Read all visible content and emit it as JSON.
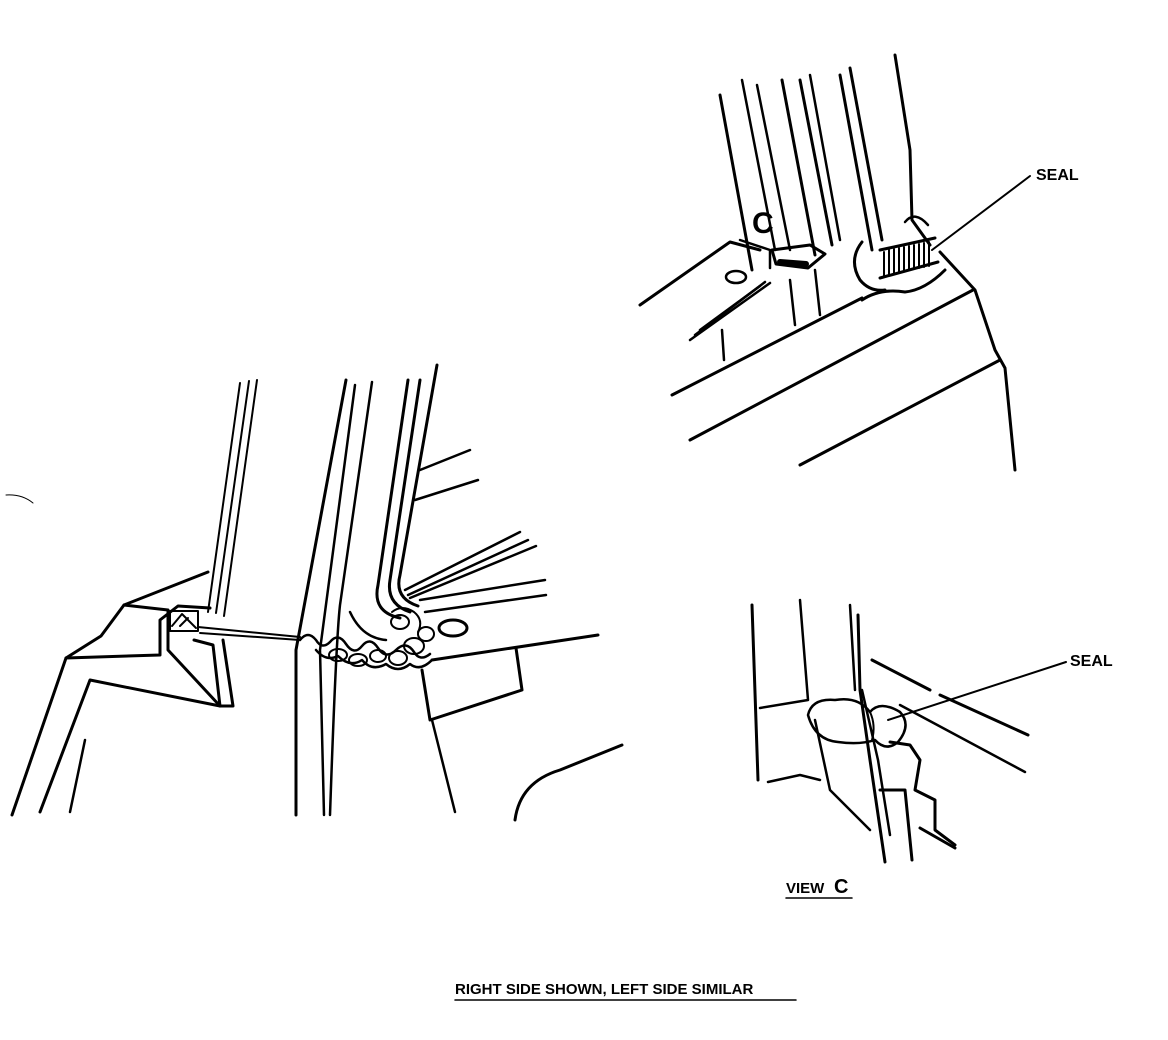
{
  "callouts": {
    "seal_top": "SEAL",
    "seal_detail": "SEAL",
    "view_marker": "C"
  },
  "detail_title": {
    "prefix": "VIEW",
    "letter": "C"
  },
  "caption": "RIGHT SIDE SHOWN, LEFT SIDE SIMILAR",
  "colors": {
    "ink": "#000000",
    "paper": "#ffffff"
  }
}
